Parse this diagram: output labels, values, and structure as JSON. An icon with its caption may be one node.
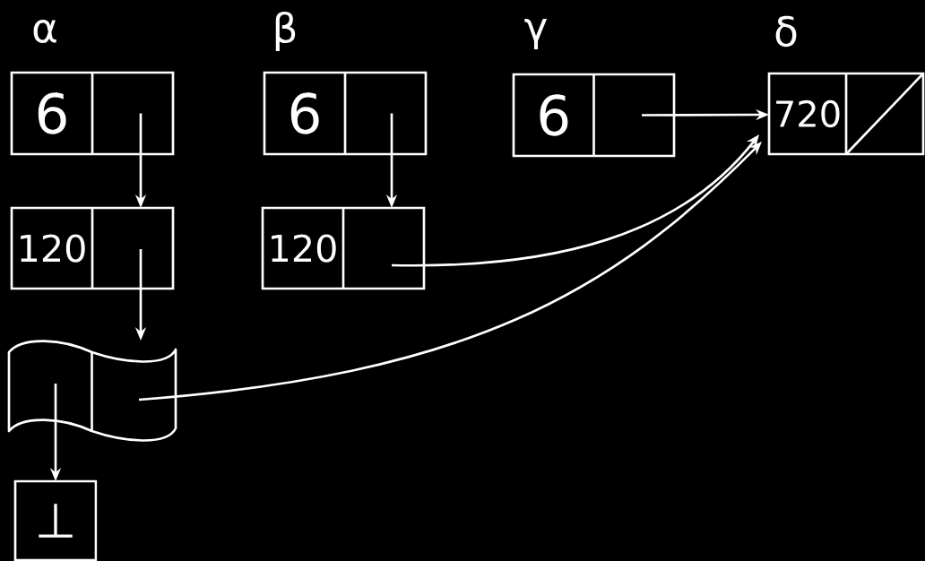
{
  "diagram": {
    "nodes": [
      {
        "text": [
          "6"
        ],
        "beside": [
          "α"
        ]
      },
      {
        "text": [
          "6"
        ],
        "beside": [
          "β"
        ]
      },
      {
        "text": [
          "6"
        ],
        "beside": [
          "γ"
        ]
      },
      {
        "text": [
          "720"
        ],
        "beside": [
          "δ"
        ]
      },
      {
        "text": [
          "120"
        ]
      },
      {
        "text": [
          "120"
        ]
      },
      {
        "text": [],
        "shape": "wave"
      },
      {
        "text": [
          "⊥"
        ]
      }
    ],
    "edges": [
      {
        "from": 0,
        "to": 4,
        "arrow": "to"
      },
      {
        "from": 1,
        "to": 5,
        "arrow": "to"
      },
      {
        "from": 2,
        "to": 3,
        "arrow": "to"
      },
      {
        "from": 5,
        "to": 3,
        "arrow": "to"
      },
      {
        "from": 4,
        "to": 6,
        "arrow": "to"
      },
      {
        "from": 6,
        "to": 3,
        "arrow": "to"
      },
      {
        "from": 6,
        "to": 7,
        "arrow": "to"
      }
    ]
  }
}
